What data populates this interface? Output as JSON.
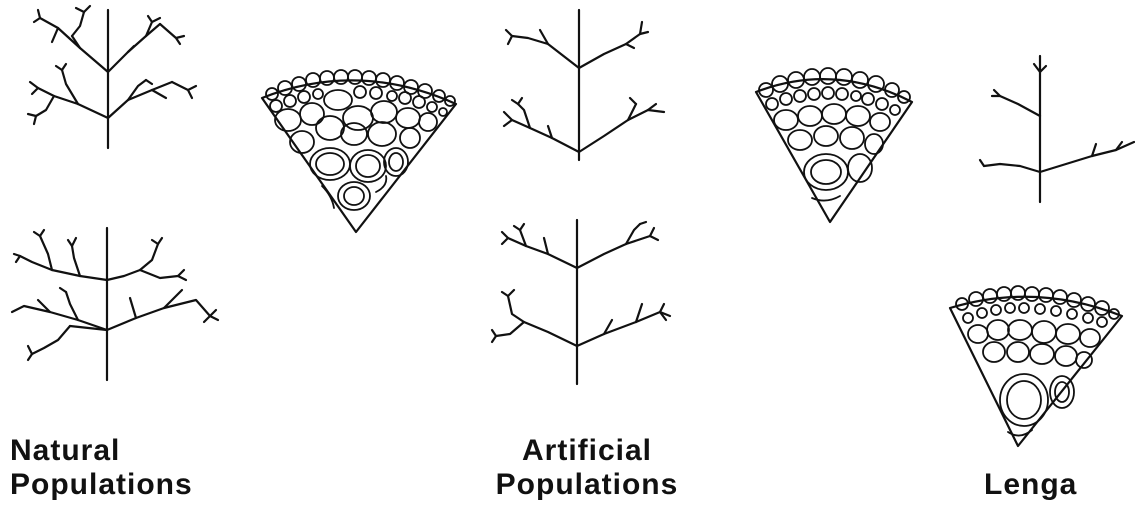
{
  "captions": {
    "natural": {
      "line1": "Natural",
      "line2": "Populations"
    },
    "artificial": {
      "line1": "Artificial",
      "line2": "Populations"
    },
    "lenga": {
      "line1": "Lenga"
    }
  },
  "colors": {
    "ink": "#111111",
    "background": "#ffffff"
  }
}
